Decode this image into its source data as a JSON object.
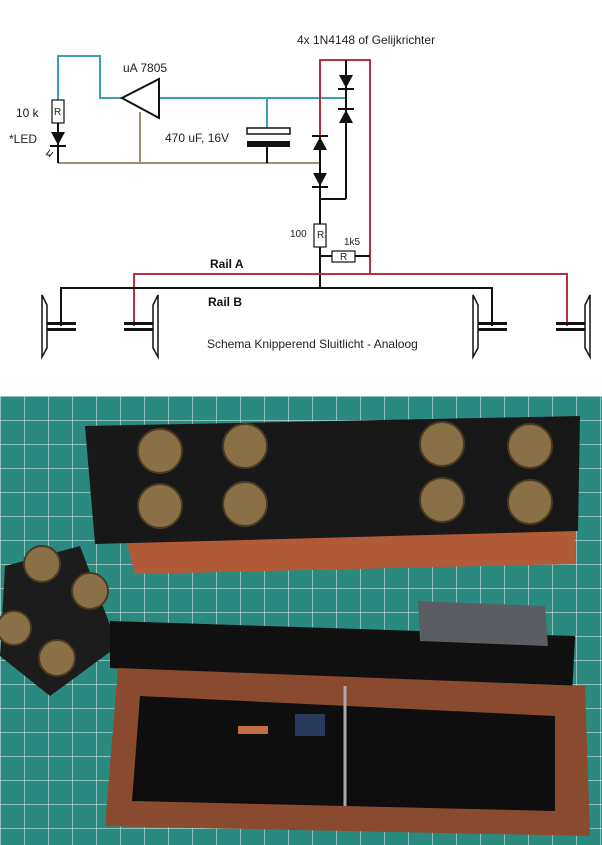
{
  "schematic": {
    "title": "Schema Knipperend Sluitlicht - Analoog",
    "rectifier_label": "4x 1N4148 of Gelijkrichter",
    "regulator_label": "uA 7805",
    "capacitor_label": "470 uF, 16V",
    "resistor_10k_label": "10 k",
    "led_label": "*LED",
    "resistor_100_label": "100",
    "resistor_1k5_label": "1k5",
    "resistor_symbol": "R",
    "rail_a_label": "Rail A",
    "rail_b_label": "Rail B",
    "colors": {
      "plus": "#3aa0b4",
      "ground": "#a88a6a",
      "rail_a": "#b8303c",
      "rail_b": "#111111"
    }
  },
  "photo": {
    "subject": "model-wagon-disassembled",
    "colors": {
      "mat": "#2a8a80",
      "grid": "#cfe8e2",
      "body": "#b05a38",
      "chassis": "#151515"
    }
  }
}
